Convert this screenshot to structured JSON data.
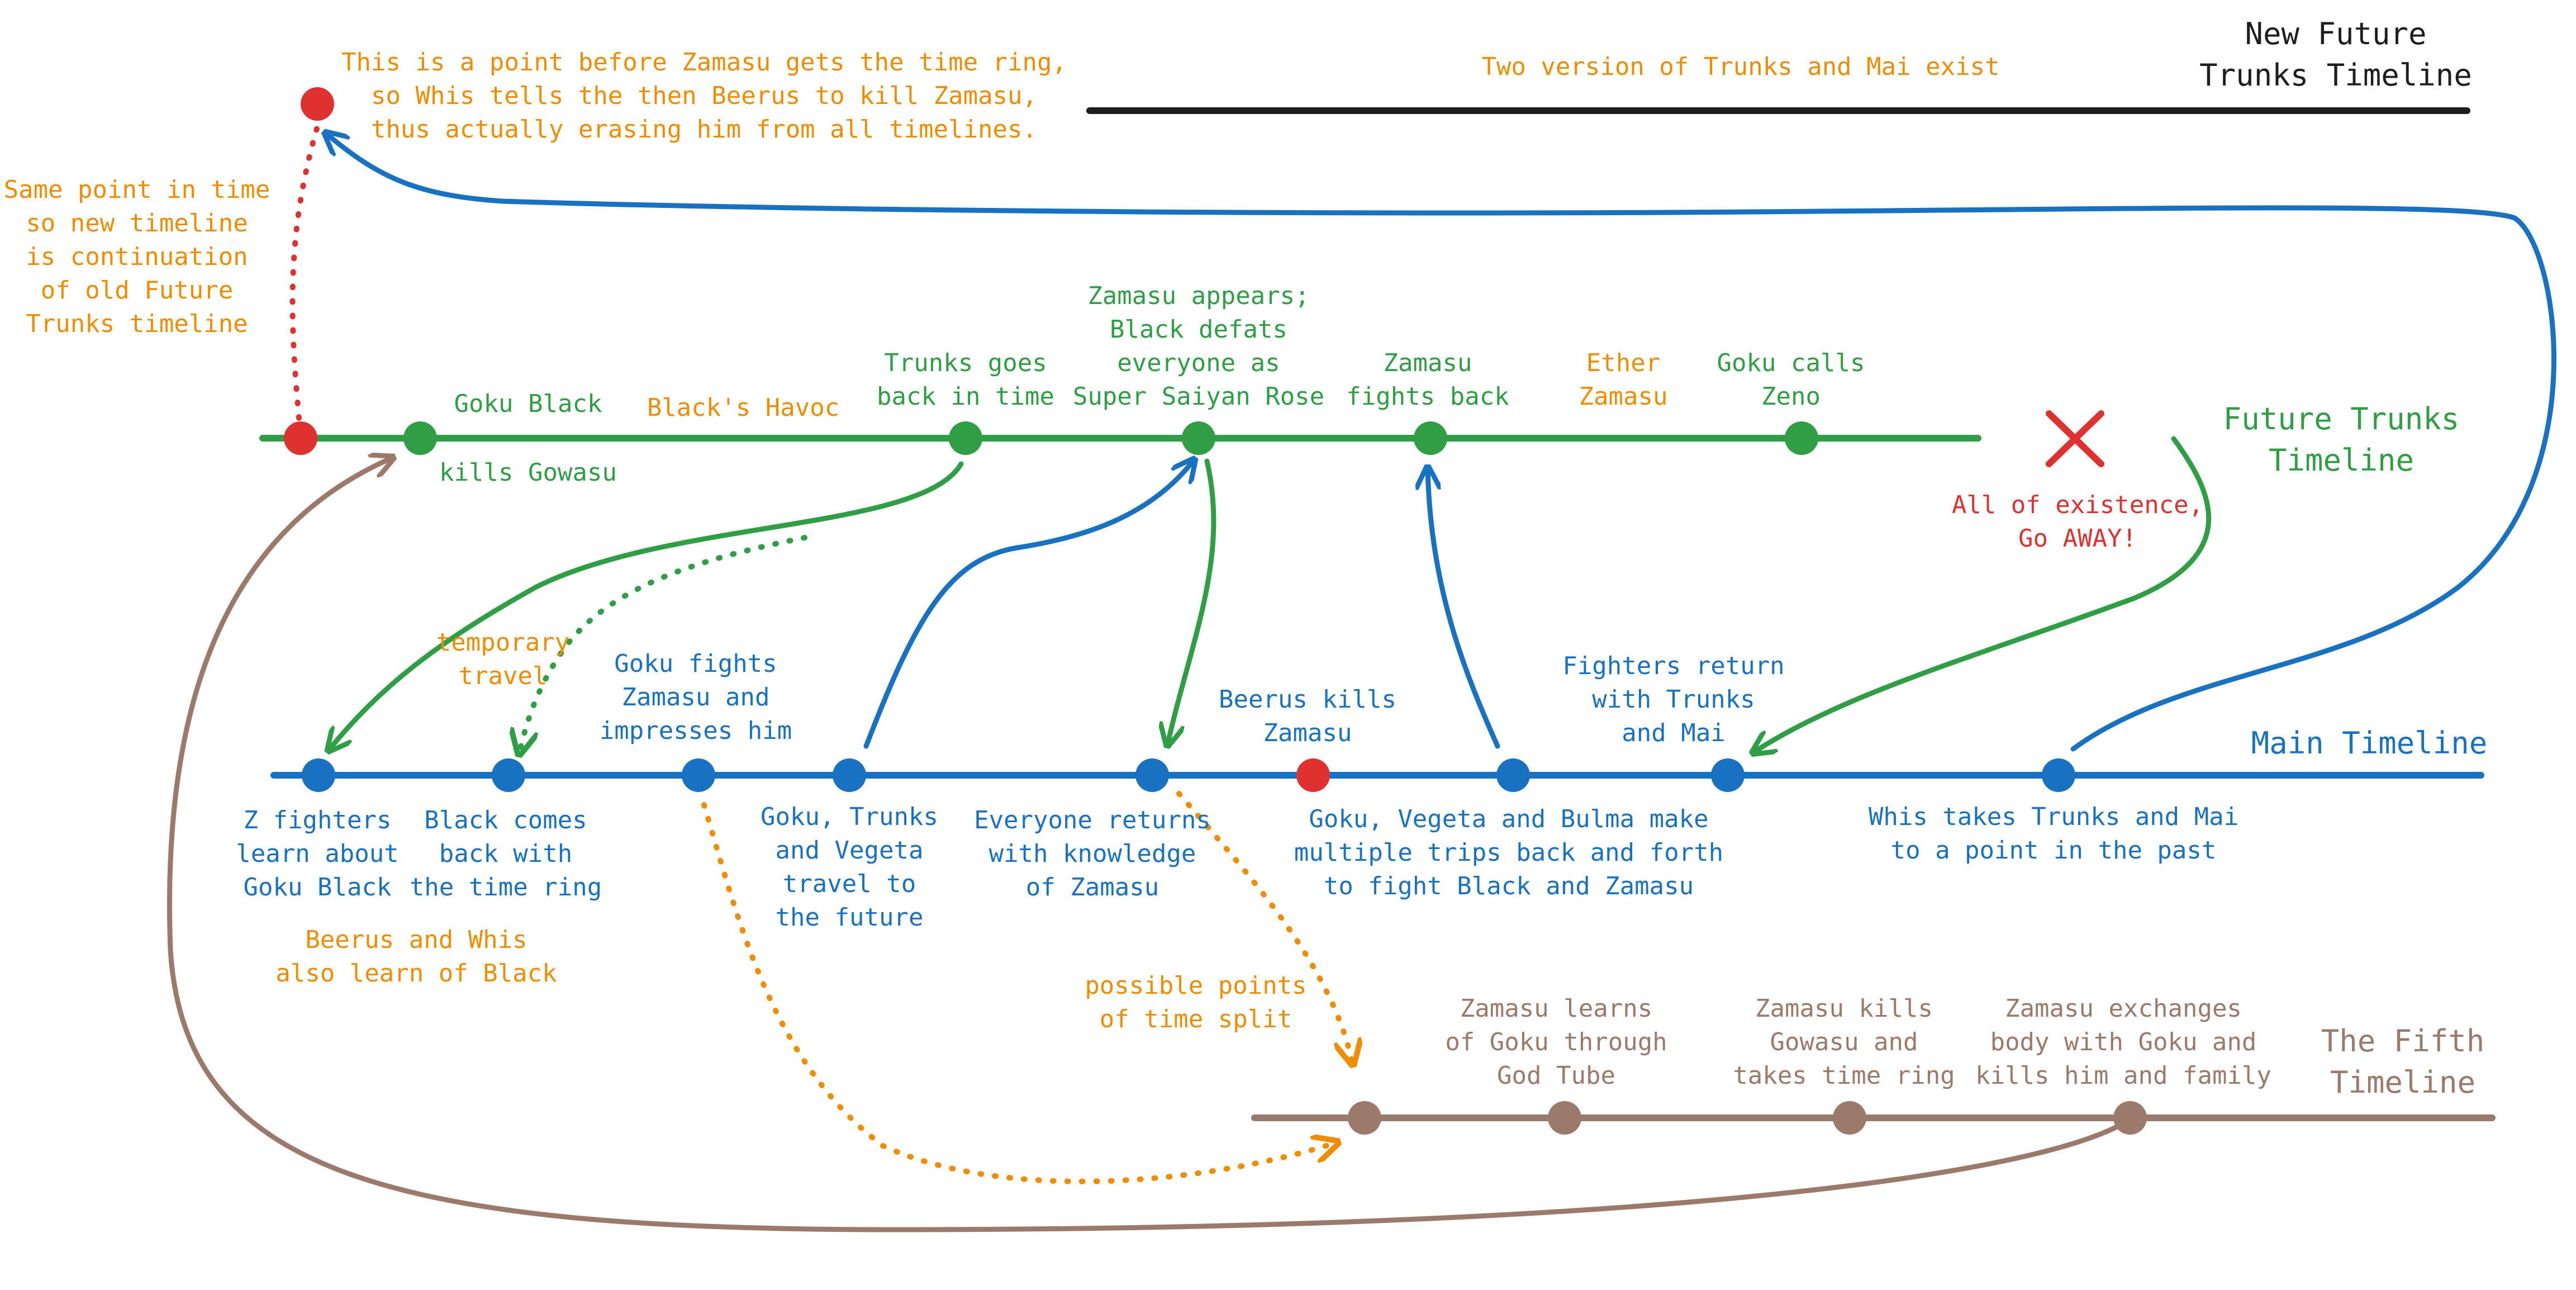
{
  "colors": {
    "green": "#2f9e44",
    "blue": "#1971c2",
    "orange": "#f08c00",
    "red": "#e03131",
    "brown": "#9c7a6b",
    "black": "#1e1e1e"
  },
  "timelines": {
    "new_future": "New Future\nTrunks Timeline",
    "future_trunks": "Future Trunks\nTimeline",
    "main": "Main Timeline",
    "fifth": "The Fifth\nTimeline"
  },
  "notes": {
    "zamasu_erased": "This is a point before Zamasu gets the time ring,\nso Whis tells the then Beerus to kill Zamasu,\nthus actually erasing him from all timelines.",
    "two_versions": "Two version of Trunks and Mai exist",
    "same_point": "Same point in time\nso new timeline\nis continuation\nof old Future\nTrunks timeline",
    "temporary_travel": "temporary\ntravel",
    "beerus_whis_learn": "Beerus and Whis\nalso learn of Black",
    "possible_split": "possible points\nof time split",
    "existence_gone": "All of existence,\nGo AWAY!",
    "x_mark": "x-mark-icon"
  },
  "future_events": {
    "goku_black": "Goku Black",
    "kills_gowasu": "kills Gowasu",
    "blacks_havoc": "Black's Havoc",
    "trunks_goes_back": "Trunks goes\nback in time",
    "zamasu_appears": "Zamasu appears;\nBlack defats\neveryone as\nSuper Saiyan Rose",
    "zamasu_fights_back": "Zamasu\nfights back",
    "ether_zamasu": "Ether\nZamasu",
    "goku_calls_zeno": "Goku calls\nZeno"
  },
  "main_events": {
    "z_fighters_learn": "Z fighters\nlearn about\nGoku Black",
    "black_comes_back": "Black comes\nback with\nthe time ring",
    "goku_fights_zamasu": "Goku fights\nZamasu and\nimpresses him",
    "goku_trunks_vegeta": "Goku, Trunks\nand Vegeta\ntravel to\nthe future",
    "everyone_returns": "Everyone returns\nwith knowledge\nof Zamasu",
    "beerus_kills": "Beerus kills\nZamasu",
    "multiple_trips": "Goku, Vegeta and Bulma make\nmultiple trips back and forth\nto fight Black and Zamasu",
    "fighters_return": "Fighters return\nwith Trunks\nand Mai",
    "whis_takes": "Whis takes Trunks and Mai\nto a point in the past"
  },
  "fifth_events": {
    "zamasu_learns": "Zamasu learns\nof Goku through\nGod Tube",
    "zamasu_kills_gowasu": "Zamasu kills\nGowasu and\ntakes time ring",
    "zamasu_exchanges": "Zamasu exchanges\nbody with Goku and\nkills him and family"
  }
}
